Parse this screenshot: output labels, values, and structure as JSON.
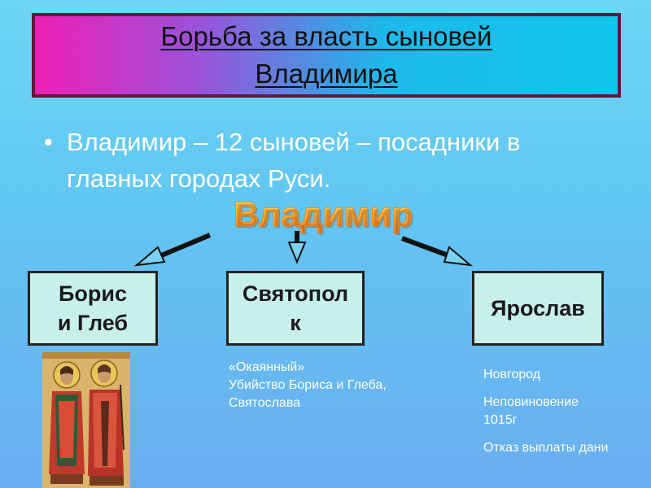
{
  "title": {
    "line1": "Борьба за власть сыновей",
    "line2": "Владимира"
  },
  "bullet": {
    "marker": "•",
    "text": "Владимир – 12 сыновей – посадники в главных городах Руси."
  },
  "diagram": {
    "root": "Владимир",
    "nodes": [
      {
        "id": "boris",
        "label_line1": "Борис",
        "label_line2": "и Глеб"
      },
      {
        "id": "svyat",
        "label_line1": "Святопол",
        "label_line2": "к"
      },
      {
        "id": "yar",
        "label_line1": "Ярослав",
        "label_line2": ""
      }
    ]
  },
  "notes": {
    "svyatopolk": [
      "«Окаянный»",
      "Убийство Бориса и Глеба,",
      "Святослава"
    ],
    "yaroslav": [
      "Новгород",
      "Неповиновение 1015г",
      "Отказ выплаты дани"
    ]
  },
  "colors": {
    "background": "#62c7f2",
    "node_fill": "#c8f0ea",
    "title_border": "#5b1a3a",
    "root_text": "#f6a23a"
  },
  "image": {
    "icon": "icon-saints-boris-and-gleb"
  }
}
